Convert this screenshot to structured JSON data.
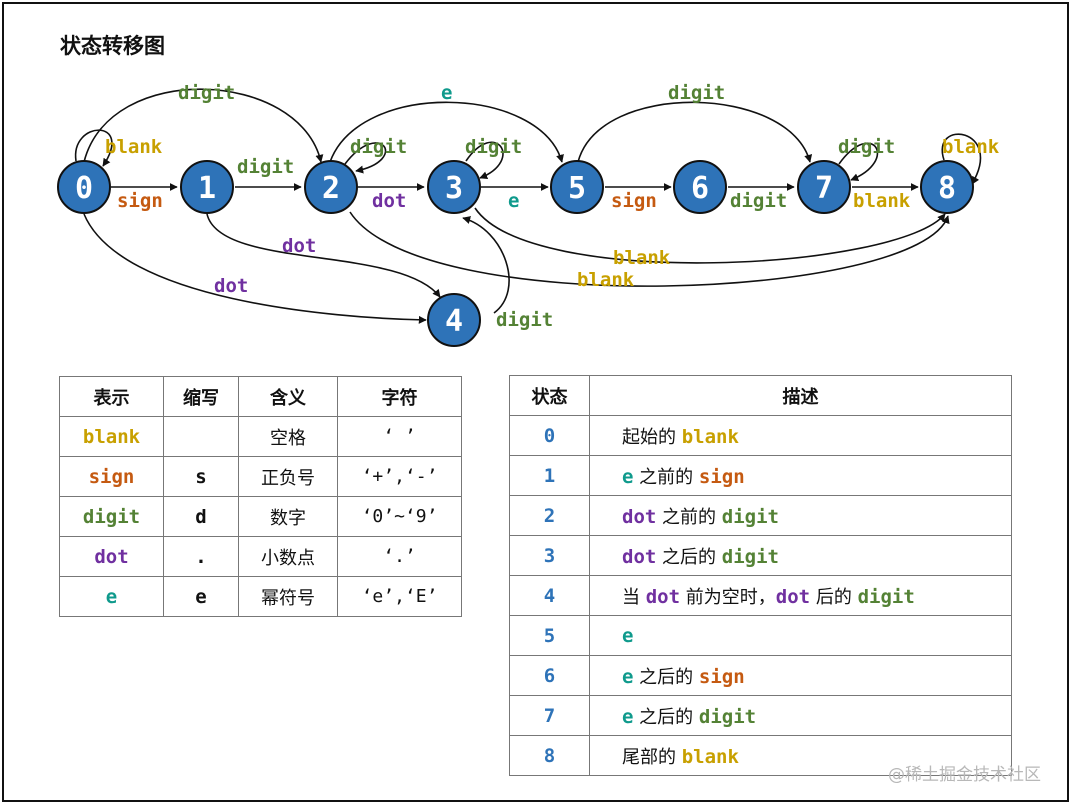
{
  "title": "状态转移图",
  "colors": {
    "node_fill": "#2e73b8",
    "blank": "#c8a000",
    "sign": "#c55a11",
    "digit": "#548235",
    "dot": "#7030a0",
    "e": "#0f9a8c",
    "state_num": "#2e73b8"
  },
  "nodes": [
    "0",
    "1",
    "2",
    "3",
    "4",
    "5",
    "6",
    "7",
    "8"
  ],
  "edge_labels": {
    "l0_blank": "blank",
    "l0_sign": "sign",
    "l0_digit": "digit",
    "l1_digit": "digit",
    "l1_dot": "dot",
    "l0_dot": "dot",
    "l2_digit": "digit",
    "l2_dot": "dot",
    "l2_e": "e",
    "l2_blank": "blank",
    "l3_digit": "digit",
    "l3_e": "e",
    "l3_blank": "blank",
    "l4_digit": "digit",
    "l5_digit": "digit",
    "l5_sign": "sign",
    "l6_digit": "digit",
    "l7_digit": "digit",
    "l7_blank": "blank",
    "l8_blank": "blank"
  },
  "legend_table": {
    "headers": [
      "表示",
      "缩写",
      "含义",
      "字符"
    ],
    "rows": [
      {
        "name": "blank",
        "abbr": "",
        "meaning": "空格",
        "chars": "‘ ’"
      },
      {
        "name": "sign",
        "abbr": "s",
        "meaning": "正负号",
        "chars": "‘+’,‘-’"
      },
      {
        "name": "digit",
        "abbr": "d",
        "meaning": "数字",
        "chars": "‘0’~‘9’"
      },
      {
        "name": "dot",
        "abbr": ".",
        "meaning": "小数点",
        "chars": "‘.’"
      },
      {
        "name": "e",
        "abbr": "e",
        "meaning": "幂符号",
        "chars": "‘e’,‘E’"
      }
    ]
  },
  "state_table": {
    "headers": [
      "状态",
      "描述"
    ],
    "rows": [
      {
        "state": "0",
        "parts": [
          {
            "text": "起始的 ",
            "type": "plain"
          },
          {
            "text": "blank",
            "type": "blank"
          }
        ]
      },
      {
        "state": "1",
        "parts": [
          {
            "text": "e",
            "type": "e"
          },
          {
            "text": " 之前的 ",
            "type": "plain"
          },
          {
            "text": "sign",
            "type": "sign"
          }
        ]
      },
      {
        "state": "2",
        "parts": [
          {
            "text": "dot",
            "type": "dot"
          },
          {
            "text": " 之前的 ",
            "type": "plain"
          },
          {
            "text": "digit",
            "type": "digit"
          }
        ]
      },
      {
        "state": "3",
        "parts": [
          {
            "text": "dot",
            "type": "dot"
          },
          {
            "text": " 之后的 ",
            "type": "plain"
          },
          {
            "text": "digit",
            "type": "digit"
          }
        ]
      },
      {
        "state": "4",
        "parts": [
          {
            "text": "当 ",
            "type": "plain"
          },
          {
            "text": "dot",
            "type": "dot"
          },
          {
            "text": " 前为空时，",
            "type": "plain"
          },
          {
            "text": "dot",
            "type": "dot"
          },
          {
            "text": " 后的 ",
            "type": "plain"
          },
          {
            "text": "digit",
            "type": "digit"
          }
        ]
      },
      {
        "state": "5",
        "parts": [
          {
            "text": "e",
            "type": "e"
          }
        ]
      },
      {
        "state": "6",
        "parts": [
          {
            "text": "e",
            "type": "e"
          },
          {
            "text": " 之后的 ",
            "type": "plain"
          },
          {
            "text": "sign",
            "type": "sign"
          }
        ]
      },
      {
        "state": "7",
        "parts": [
          {
            "text": "e",
            "type": "e"
          },
          {
            "text": " 之后的 ",
            "type": "plain"
          },
          {
            "text": "digit",
            "type": "digit"
          }
        ]
      },
      {
        "state": "8",
        "parts": [
          {
            "text": "尾部的 ",
            "type": "plain"
          },
          {
            "text": "blank",
            "type": "blank"
          }
        ]
      }
    ]
  },
  "watermark": "@稀土掘金技术社区"
}
